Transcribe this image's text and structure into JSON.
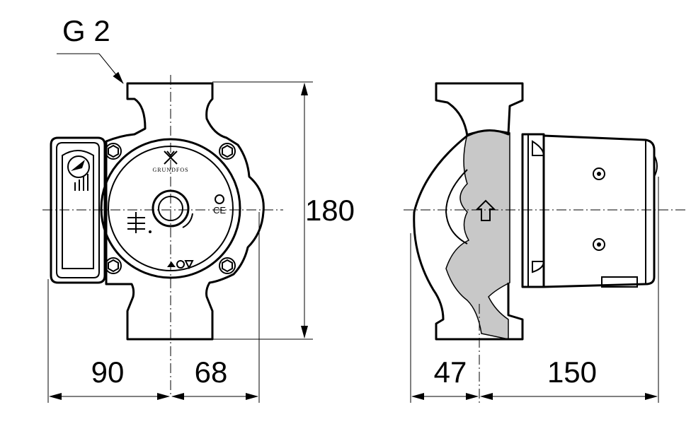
{
  "drawing": {
    "thread_label": "G 2",
    "dimensions": {
      "height": "180",
      "front_left": "90",
      "front_right": "68",
      "side_left": "47",
      "side_right": "150"
    },
    "logo_text": "GRUNDFOS",
    "ce_mark": "CE",
    "line_color": "#000000",
    "section_fill": "#c8c8c8"
  }
}
